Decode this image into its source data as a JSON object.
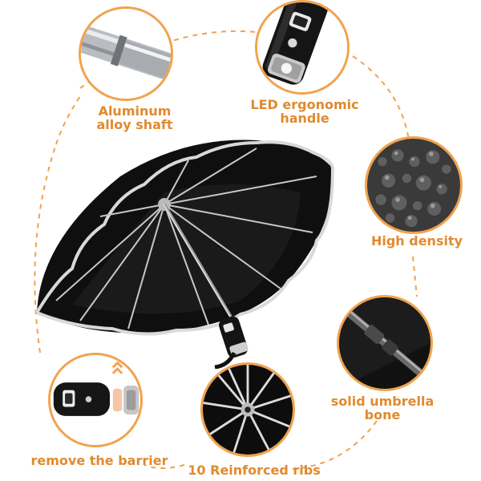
{
  "accent_color": "#f2a24b",
  "label_color": "#e08a2e",
  "features": [
    {
      "id": "shaft",
      "label": "Aluminum\nalloy shaft",
      "icon": "aluminum-shaft-closeup"
    },
    {
      "id": "handle",
      "label": "LED ergonomic\nhandle",
      "icon": "led-handle-closeup"
    },
    {
      "id": "density",
      "label": "High density",
      "icon": "water-beads-fabric-closeup"
    },
    {
      "id": "bone",
      "label": "solid umbrella\nbone",
      "icon": "umbrella-bone-closeup"
    },
    {
      "id": "ribs",
      "label": "10 Reinforced ribs",
      "icon": "reinforced-ribs-closeup"
    },
    {
      "id": "barrier",
      "label": "remove the barrier",
      "icon": "handle-barrier-closeup"
    }
  ],
  "main_image": "black-reflective-umbrella"
}
